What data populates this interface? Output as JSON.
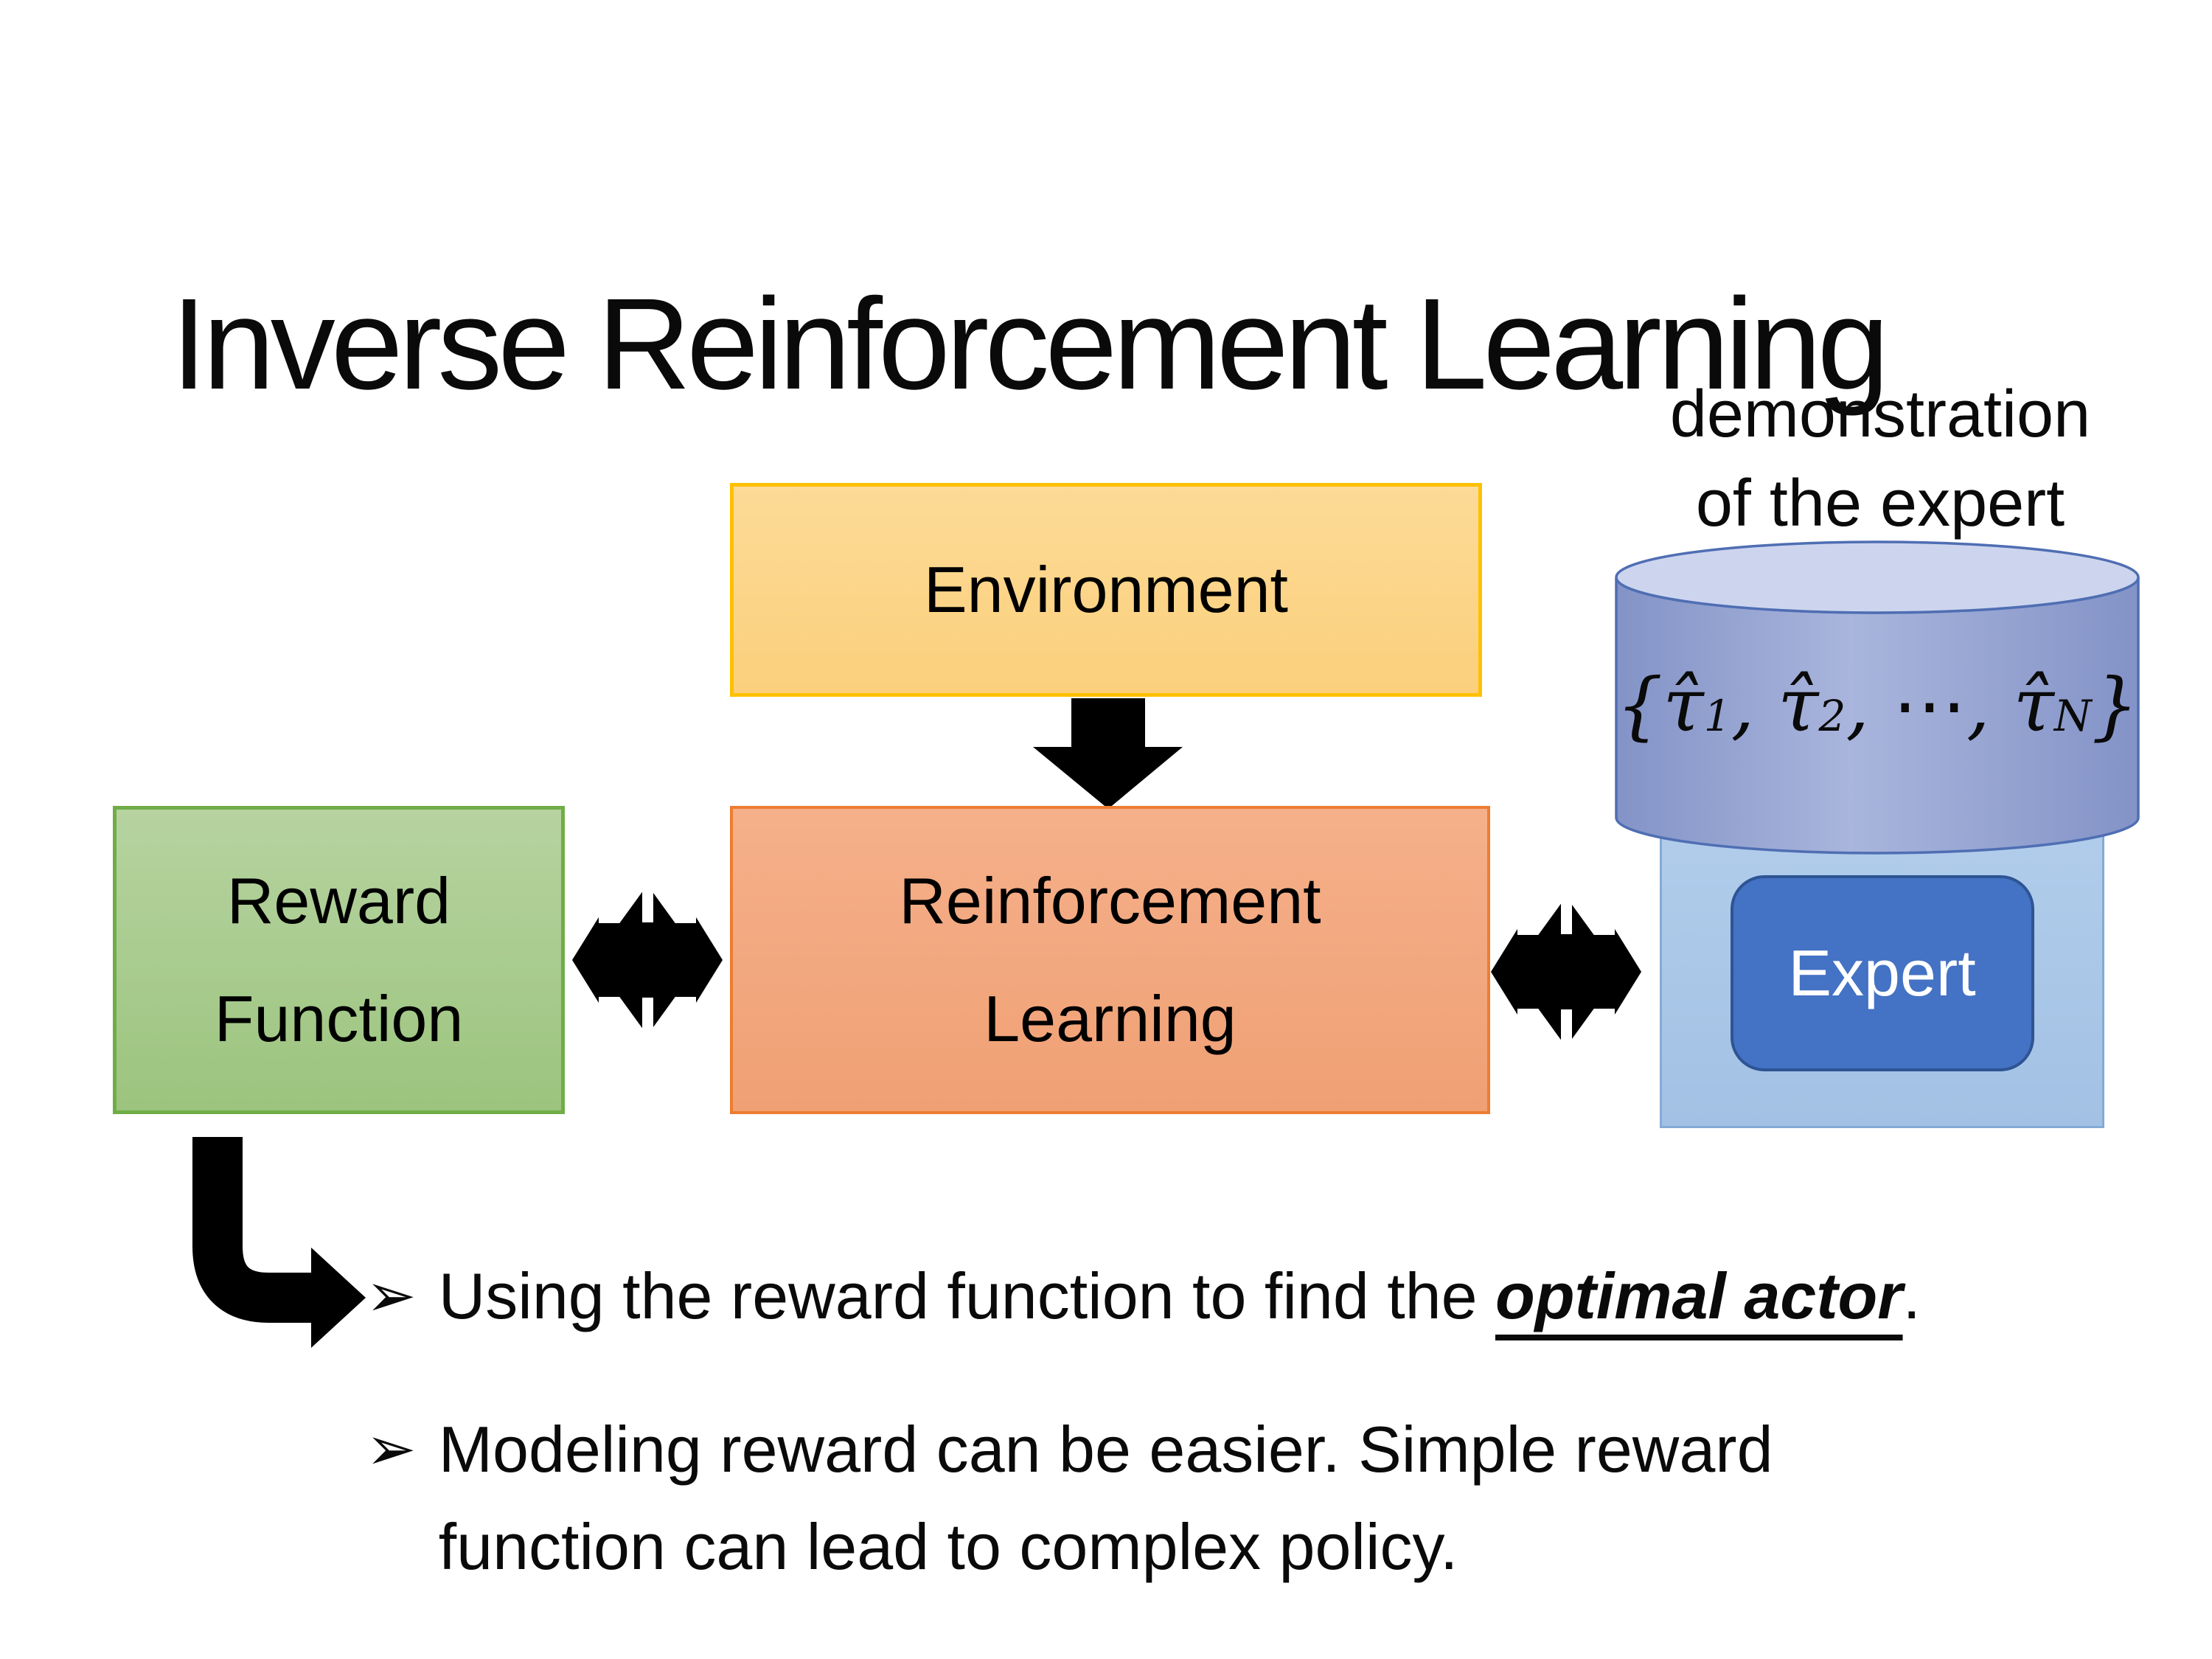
{
  "title": "Inverse Reinforcement Learning",
  "demo": {
    "caption": "demonstration of the expert"
  },
  "diagram": {
    "environment": {
      "label": "Environment"
    },
    "reward_function": {
      "lines": [
        "Reward",
        "Function"
      ]
    },
    "reinforcement_learning": {
      "lines": [
        "Reinforcement",
        "Learning"
      ]
    },
    "expert": {
      "label": "Expert"
    },
    "trajectories": {
      "open": "{",
      "tau": "τ̂",
      "sub1": "1",
      "sub2": "2",
      "dots": "⋯",
      "subN": "N",
      "close": "}",
      "sep": ", "
    }
  },
  "bullets": {
    "glyph": "➢",
    "items": [
      {
        "before": "Using the reward function to find the ",
        "emphasis": "optimal actor",
        "after": "."
      },
      {
        "lines": [
          "Modeling reward can be easier. Simple reward",
          "function can lead to complex policy."
        ]
      }
    ]
  },
  "colors": {
    "env-top": "#fcdb97",
    "env-bottom": "#fbcf7c",
    "env-border": "#ffc000",
    "reward-top": "#b6d3a0",
    "reward-bottom": "#9cc47e",
    "reward-border": "#70ad47",
    "rl-top": "#f5b08a",
    "rl-bottom": "#f0a074",
    "rl-border": "#ed7d31",
    "panel-top": "#b2cdeb",
    "panel-bottom": "#a2c1e4",
    "panel-border": "#84aad6",
    "expert-fill": "#4472c4",
    "expert-border": "#2e5494",
    "cylinder-edge": "#8393c7",
    "cylinder-mid": "#a9b5dc",
    "cylinder-top": "#cdd5ee",
    "cylinder-border": "#4f6eb3",
    "arrow": "#000000"
  }
}
